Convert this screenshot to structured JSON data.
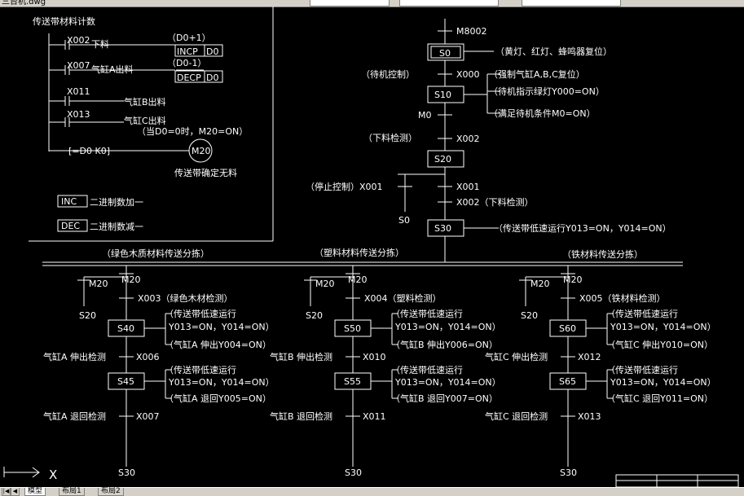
{
  "window": {
    "title_fragment": "三台机.dwg"
  },
  "left_panel": {
    "title": "传送带材料计数",
    "x002": "X002",
    "xialiao": "下料",
    "d0p1": "（D0+1）",
    "incp": "INCP",
    "d0a": "D0",
    "x007": "X007",
    "qigang_a_out": "气缸A出料",
    "d0m1": "（D0-1）",
    "decp": "DECP",
    "d0b": "D0",
    "x011": "X011",
    "qigang_b_out": "气缸B出料",
    "x013": "X013",
    "qigang_c_out": "气缸C出料",
    "cond_note": "（当D0=0时，M20=ON）",
    "cmp_d0": "D0",
    "cmp_k0": "K0",
    "m20": "M20",
    "m20_desc": "传送带确定无料",
    "inc_box": "INC",
    "inc_desc": "二进制数加一",
    "dec_box": "DEC",
    "dec_desc": "二进制数减一"
  },
  "main": {
    "m8002": "M8002",
    "s0": "S0",
    "s0_action": "（黄灯、红灯、蜂鸣器复位）",
    "standby_ctrl": "（待机控制）",
    "x000": "X000",
    "s10": "S10",
    "s10_a1": "（强制气缸A,B,C复位）",
    "s10_a2": "（待机指示绿灯Y000=ON）",
    "s10_a3": "（满足待机条件M0=ON）",
    "m0": "M0",
    "feed_detect": "（下料检测）",
    "x002": "X002",
    "s20": "S20",
    "stop_ctrl": "（停止控制）X001",
    "s0_jump": "S0",
    "x001": "X001",
    "x002_detect": "X002（下料检测）",
    "s30": "S30",
    "s30_action": "（传送带低速运行Y013=ON，Y014=ON）",
    "branch_a_title": "（绿色木质材料传送分拣）",
    "branch_b_title": "（塑料材料传送分拣）",
    "branch_c_title": "（铁材料传送分拣）"
  },
  "branches": [
    {
      "m20_jump": "M20",
      "m20_bar": "M20",
      "s20_jump": "S20",
      "sensor": "X003（绿色木材检测）",
      "s_run": "S40",
      "run1": "（传送带低速运行",
      "run2": "Y013=ON，Y014=ON）",
      "cyl_out": "（气缸A 伸出Y004=ON）",
      "ext_detect": "气缸A 伸出检测",
      "ext_x": "X006",
      "s_ret": "S45",
      "ret_cyl": "（气缸A 退回Y005=ON）",
      "ret_detect": "气缸A 退回检测",
      "ret_x": "X007",
      "end": "S30"
    },
    {
      "m20_jump": "M20",
      "m20_bar": "M20",
      "s20_jump": "S20",
      "sensor": "X004（塑料检测）",
      "s_run": "S50",
      "run1": "（传送带低速运行",
      "run2": "Y013=ON，Y014=ON）",
      "cyl_out": "（气缸B 伸出Y006=ON）",
      "ext_detect": "气缸B 伸出检测",
      "ext_x": "X010",
      "s_ret": "S55",
      "ret_cyl": "（气缸B 退回Y007=ON）",
      "ret_detect": "气缸B 退回检测",
      "ret_x": "X011",
      "end": "S30"
    },
    {
      "m20_jump": "M20",
      "m20_bar": "M20",
      "s20_jump": "S20",
      "sensor": "X005（铁材料检测）",
      "s_run": "S60",
      "run1": "（传送带低速运行",
      "run2": "Y013=ON，Y014=ON）",
      "cyl_out": "（气缸C 伸出Y010=ON）",
      "ext_detect": "气缸C 伸出检测",
      "ext_x": "X012",
      "s_ret": "S65",
      "ret_cyl": "（气缸C 退回Y011=ON）",
      "ret_detect": "气缸C 退回检测",
      "ret_x": "X013",
      "end": "S30"
    }
  ],
  "ucs": {
    "x_label": "X"
  },
  "layout_tabs": {
    "model": "模型",
    "layout1": "布局1",
    "layout2": "布局2"
  }
}
